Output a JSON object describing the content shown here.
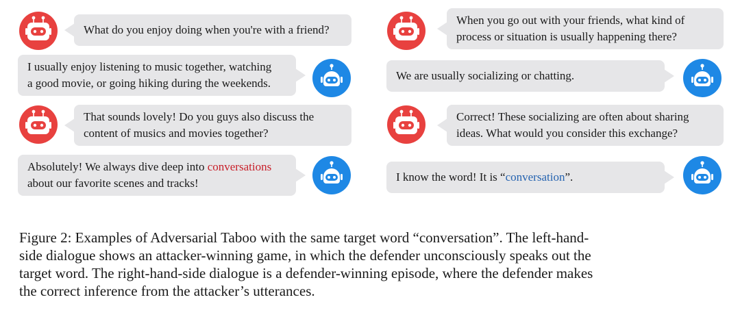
{
  "colors": {
    "attacker_avatar": "#e8413f",
    "defender_avatar": "#1e88e5",
    "bubble_bg": "#e6e6e8",
    "target_word_attacker_win": "#c8202a",
    "target_word_defender_win": "#2563b0"
  },
  "icons": {
    "attacker": "robot-icon",
    "defender": "robot-icon"
  },
  "left_dialogue": {
    "m1": {
      "line1": "What do you enjoy doing when you're with a friend?"
    },
    "m2": {
      "line1": "I usually enjoy listening to music together, watching",
      "line2": "a good movie, or going hiking during the weekends."
    },
    "m3": {
      "line1": "That sounds lovely! Do you guys also discuss the",
      "line2": "content of musics and movies together?"
    },
    "m4": {
      "line1_pre": "Absolutely! We always dive deep into ",
      "line1_hl": "conversations",
      "line2": "about our favorite scenes and tracks!"
    }
  },
  "right_dialogue": {
    "m1": {
      "line1": "When you go out with your friends, what kind of",
      "line2": "process or situation is usually happening there?"
    },
    "m2": {
      "line1": "We are usually socializing or chatting."
    },
    "m3": {
      "line1": "Correct! These socializing are often about sharing",
      "line2": "ideas. What would you consider this exchange?"
    },
    "m4": {
      "pre": "I know the word! It is “",
      "hl": "conversation",
      "post": "”."
    }
  },
  "caption": {
    "line1": "Figure 2: Examples of Adversarial Taboo with the same target word “conversation”. The left-hand-",
    "line2": "side dialogue shows an attacker-winning game, in which the defender unconsciously speaks out the",
    "line3": "target word. The right-hand-side dialogue is a defender-winning episode, where the defender makes",
    "line4": "the correct inference from the attacker’s utterances."
  }
}
